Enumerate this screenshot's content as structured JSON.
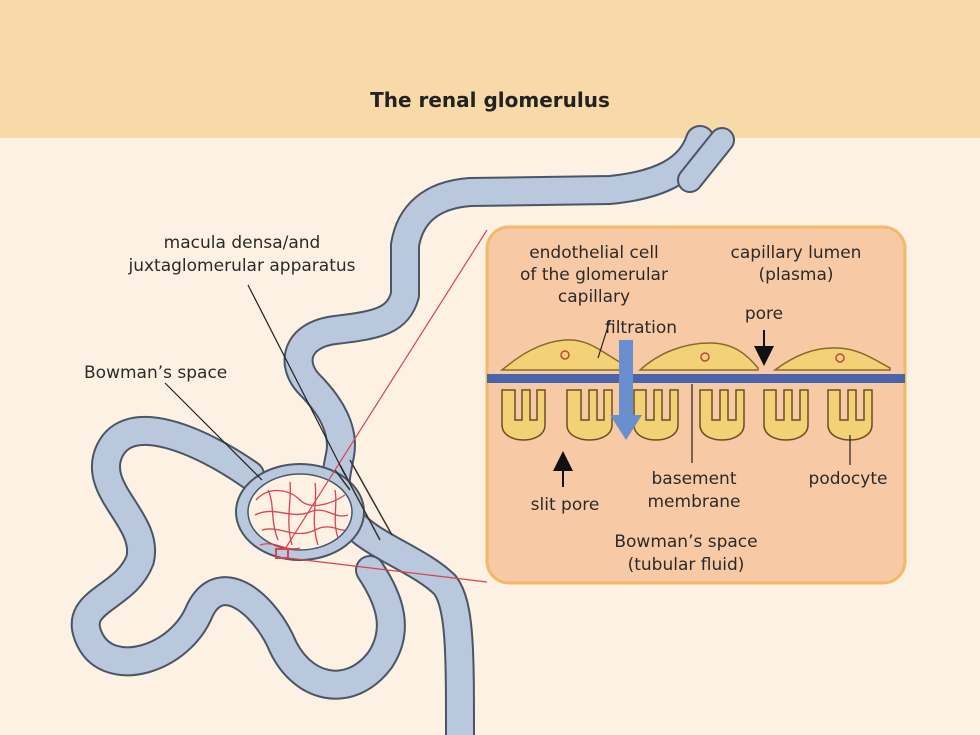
{
  "header": {
    "title": "The renal glomerulus"
  },
  "labels": {
    "macula_line1": "macula densa/and",
    "macula_line2": "juxtaglomerular apparatus",
    "bowman_left": "Bowman’s space",
    "endo_line1": "endothelial cell",
    "endo_line2": "of the glomerular",
    "endo_line3": "capillary",
    "lumen_line1": "capillary lumen",
    "lumen_line2": "(plasma)",
    "filtration": "filtration",
    "pore": "pore",
    "slit_pore": "slit pore",
    "basement_line1": "basement",
    "basement_line2": "membrane",
    "podocyte": "podocyte",
    "bowman_inset_line1": "Bowman’s space",
    "bowman_inset_line2": "(tubular fluid)"
  },
  "colors": {
    "header_bg": "#f8d9a8",
    "page_bg": "#fdf1e3",
    "tubule": "#b9c8dc",
    "tubule_outline": "#4a5566",
    "inset_bg": "#f7c9a5",
    "inset_border": "#f3b868",
    "cell_fill": "#f3d277",
    "membrane": "#4b63a9",
    "arrow": "#6a8fcf",
    "capillary_red": "#d9434f"
  }
}
